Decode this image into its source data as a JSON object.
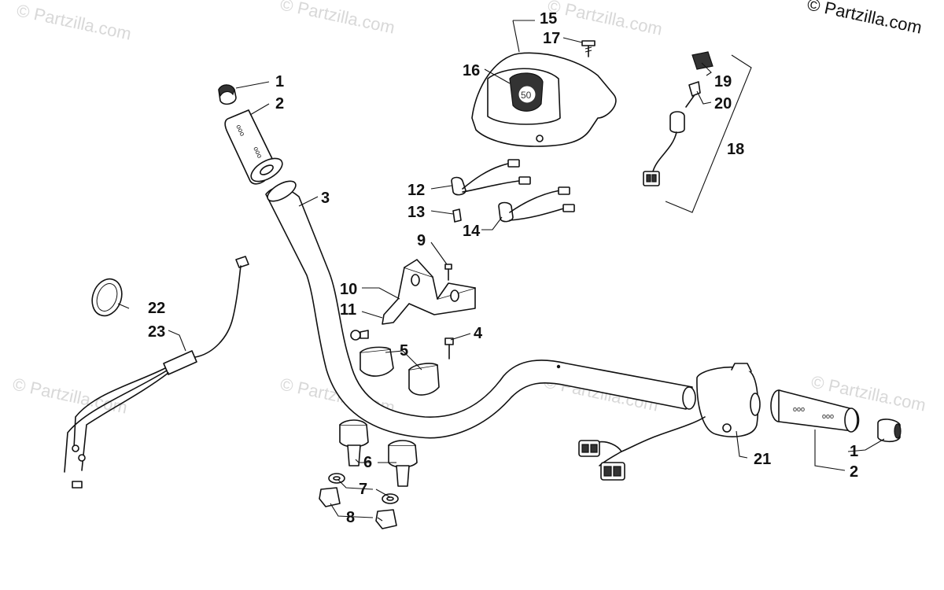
{
  "copyright": "© Partzilla.com",
  "watermark": "© Partzilla.com",
  "callouts": {
    "c1a": "1",
    "c2a": "2",
    "c3": "3",
    "c4": "4",
    "c5": "5",
    "c6": "6",
    "c7": "7",
    "c8": "8",
    "c9": "9",
    "c10": "10",
    "c11": "11",
    "c12": "12",
    "c13": "13",
    "c14": "14",
    "c15": "15",
    "c16": "16",
    "c17": "17",
    "c18": "18",
    "c19": "19",
    "c20": "20",
    "c21": "21",
    "c22": "22",
    "c23": "23",
    "c1b": "1",
    "c2b": "2"
  }
}
